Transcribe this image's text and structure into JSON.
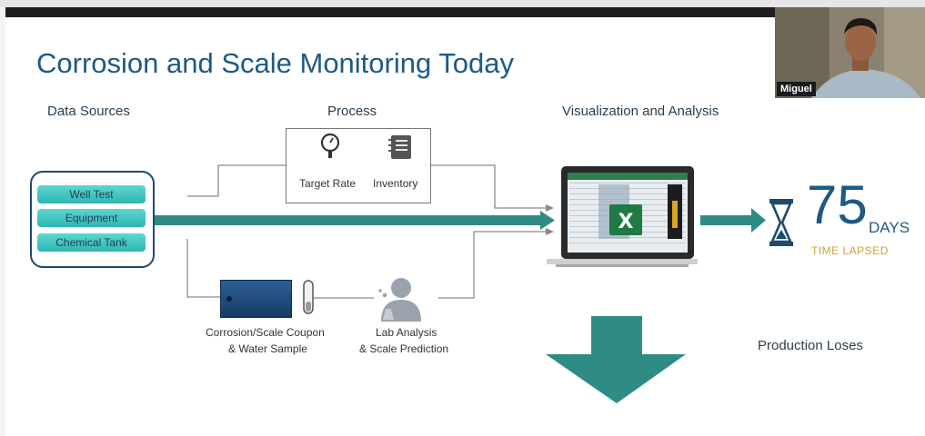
{
  "slide": {
    "title": "Corrosion and Scale Monitoring Today",
    "headings": {
      "data_sources": "Data Sources",
      "process": "Process",
      "visualization": "Visualization and Analysis"
    },
    "sources": [
      "Well Test",
      "Equipment",
      "Chemical Tank"
    ],
    "process_items": {
      "target_rate": "Target Rate",
      "inventory": "Inventory"
    },
    "coupon_label_1": "Corrosion/Scale Coupon",
    "coupon_label_2": "& Water Sample",
    "lab_label_1": "Lab Analysis",
    "lab_label_2": "& Scale Prediction",
    "days_value": "75",
    "days_unit": "DAYS",
    "time_lapsed": "TIME LAPSED",
    "production_loses": "Production Loses"
  },
  "webcam": {
    "participant_name": "Miguel"
  },
  "colors": {
    "title": "#1d5a86",
    "teal": "#2f8c85",
    "accent_gold": "#c9a53a"
  },
  "icons": [
    "gauge-icon",
    "notebook-icon",
    "laptop-spreadsheet-icon",
    "hourglass-icon",
    "test-tube-icon",
    "lab-scientist-icon",
    "down-arrow-icon"
  ]
}
